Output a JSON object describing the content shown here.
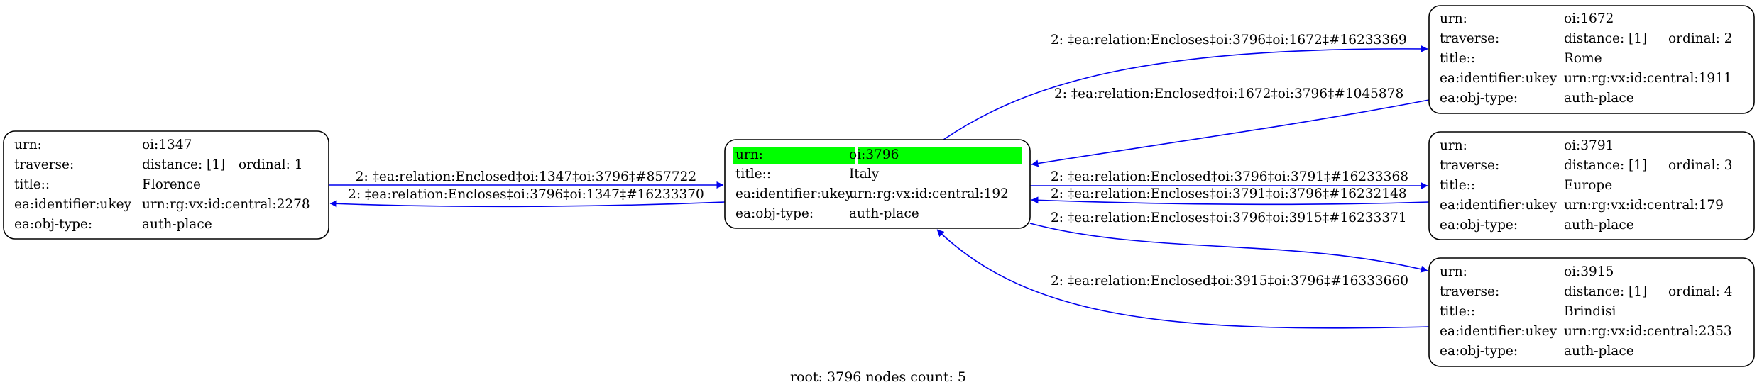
{
  "graph": {
    "footer": "root: 3796 nodes count: 5",
    "highlight_color": "#00ff00",
    "edge_color": "#0000ee",
    "nodes": [
      {
        "id": "oi-1347",
        "rows": [
          {
            "key": "urn:",
            "value": "oi:1347"
          },
          {
            "key": "traverse:",
            "value": "distance: [1]",
            "extra": "ordinal: 1"
          },
          {
            "key": "title::",
            "value": "Florence"
          },
          {
            "key": "ea:identifier:ukey",
            "value": "urn:rg:vx:id:central:2278"
          },
          {
            "key": "ea:obj-type:",
            "value": "auth-place"
          }
        ]
      },
      {
        "id": "oi-3796",
        "rows": [
          {
            "key": "urn:",
            "value": "oi:3796"
          },
          {
            "key": "title::",
            "value": "Italy"
          },
          {
            "key": "ea:identifier:ukey",
            "value": "urn:rg:vx:id:central:192"
          },
          {
            "key": "ea:obj-type:",
            "value": "auth-place"
          }
        ]
      },
      {
        "id": "oi-1672",
        "rows": [
          {
            "key": "urn:",
            "value": "oi:1672"
          },
          {
            "key": "traverse:",
            "value": "distance: [1]",
            "extra": "ordinal: 2"
          },
          {
            "key": "title::",
            "value": "Rome"
          },
          {
            "key": "ea:identifier:ukey",
            "value": "urn:rg:vx:id:central:1911"
          },
          {
            "key": "ea:obj-type:",
            "value": "auth-place"
          }
        ]
      },
      {
        "id": "oi-3791",
        "rows": [
          {
            "key": "urn:",
            "value": "oi:3791"
          },
          {
            "key": "traverse:",
            "value": "distance: [1]",
            "extra": "ordinal: 3"
          },
          {
            "key": "title::",
            "value": "Europe"
          },
          {
            "key": "ea:identifier:ukey",
            "value": "urn:rg:vx:id:central:179"
          },
          {
            "key": "ea:obj-type:",
            "value": "auth-place"
          }
        ]
      },
      {
        "id": "oi-3915",
        "rows": [
          {
            "key": "urn:",
            "value": "oi:3915"
          },
          {
            "key": "traverse:",
            "value": "distance: [1]",
            "extra": "ordinal: 4"
          },
          {
            "key": "title::",
            "value": "Brindisi"
          },
          {
            "key": "ea:identifier:ukey",
            "value": "urn:rg:vx:id:central:2353"
          },
          {
            "key": "ea:obj-type:",
            "value": "auth-place"
          }
        ]
      }
    ],
    "edges": [
      {
        "from": "oi-1347",
        "to": "oi-3796",
        "label": "2: ‡ea:relation:Enclosed‡oi:1347‡oi:3796‡#857722"
      },
      {
        "from": "oi-3796",
        "to": "oi-1347",
        "label": "2: ‡ea:relation:Encloses‡oi:3796‡oi:1347‡#16233370"
      },
      {
        "from": "oi-3796",
        "to": "oi-1672",
        "label": "2: ‡ea:relation:Encloses‡oi:3796‡oi:1672‡#16233369"
      },
      {
        "from": "oi-1672",
        "to": "oi-3796",
        "label": "2: ‡ea:relation:Enclosed‡oi:1672‡oi:3796‡#1045878"
      },
      {
        "from": "oi-3796",
        "to": "oi-3791",
        "label": "2: ‡ea:relation:Enclosed‡oi:3796‡oi:3791‡#16233368"
      },
      {
        "from": "oi-3791",
        "to": "oi-3796",
        "label": "2: ‡ea:relation:Encloses‡oi:3791‡oi:3796‡#16232148"
      },
      {
        "from": "oi-3796",
        "to": "oi-3915",
        "label": "2: ‡ea:relation:Encloses‡oi:3796‡oi:3915‡#16233371"
      },
      {
        "from": "oi-3915",
        "to": "oi-3796",
        "label": "2: ‡ea:relation:Enclosed‡oi:3915‡oi:3796‡#16333660"
      }
    ]
  }
}
